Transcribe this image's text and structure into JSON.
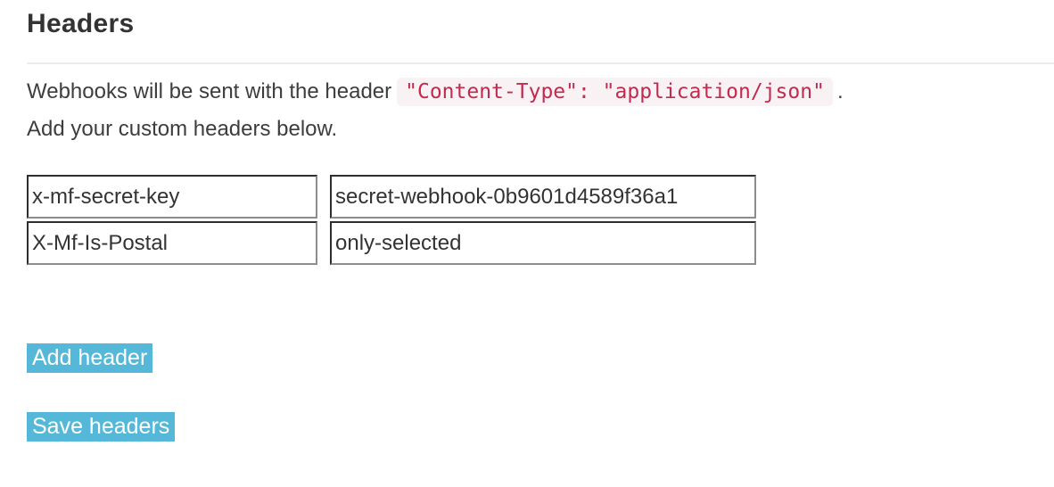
{
  "page": {
    "title": "Headers"
  },
  "intro": {
    "text_before_code": "Webhooks will be sent with the header",
    "code": "\"Content-Type\": \"application/json\"",
    "text_after_code": ".",
    "line2": "Add your custom headers below."
  },
  "headers_table": {
    "rows": [
      {
        "key": "x-mf-secret-key",
        "value": "secret-webhook-0b9601d4589f36a1"
      },
      {
        "key": "X-Mf-Is-Postal",
        "value": "only-selected"
      }
    ]
  },
  "actions": {
    "add_header_label": "Add header",
    "save_headers_label": "Save headers"
  },
  "colors": {
    "accent_blue": "#56b8d9",
    "code_text": "#c22a4e",
    "code_bg": "#f8f2f4",
    "divider": "#ececec"
  }
}
